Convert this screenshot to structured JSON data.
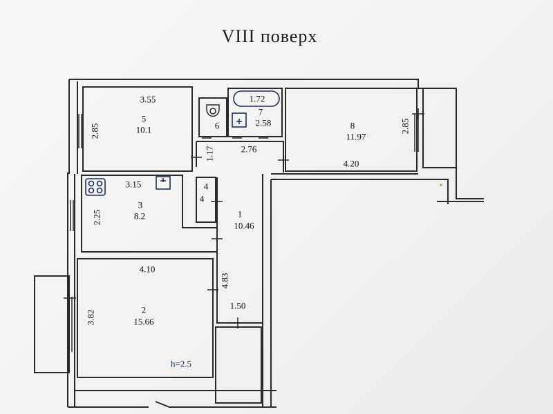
{
  "plan": {
    "title": "VIII  поверх",
    "ceiling_height": "h=2.5",
    "dims": {
      "corridor_width": "1.17",
      "corridor_length": "2.76"
    },
    "rooms": {
      "r1": {
        "number": "1",
        "area": "10.46",
        "length": "4.83",
        "width": "1.50"
      },
      "r2": {
        "number": "2",
        "area": "15.66",
        "width": "4.10",
        "depth": "3.82"
      },
      "r3": {
        "number": "3",
        "area": "8.2",
        "width": "3.15",
        "depth": "2.25"
      },
      "r4": {
        "number": "4",
        "area": "4"
      },
      "r5": {
        "number": "5",
        "area": "10.1",
        "width": "3.55",
        "depth": "2.85"
      },
      "r6": {
        "number": "6"
      },
      "r7": {
        "number": "7",
        "area": "2.58",
        "tub_length": "1.72"
      },
      "r8": {
        "number": "8",
        "area": "11.97",
        "width": "4.20",
        "depth": "2.85"
      }
    }
  }
}
